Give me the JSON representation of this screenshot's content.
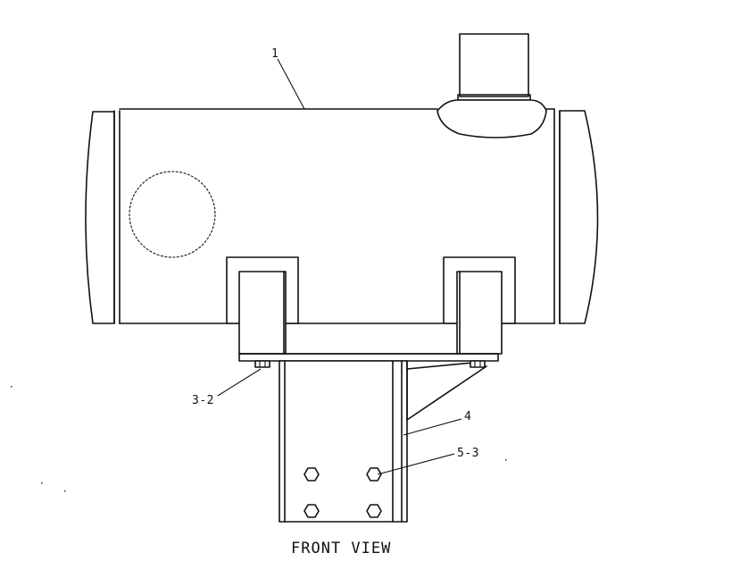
{
  "drawing": {
    "view_title": "FRONT VIEW",
    "callouts": [
      {
        "label": "1"
      },
      {
        "label": "3-2"
      },
      {
        "label": "4"
      },
      {
        "label": "5-3"
      }
    ]
  }
}
